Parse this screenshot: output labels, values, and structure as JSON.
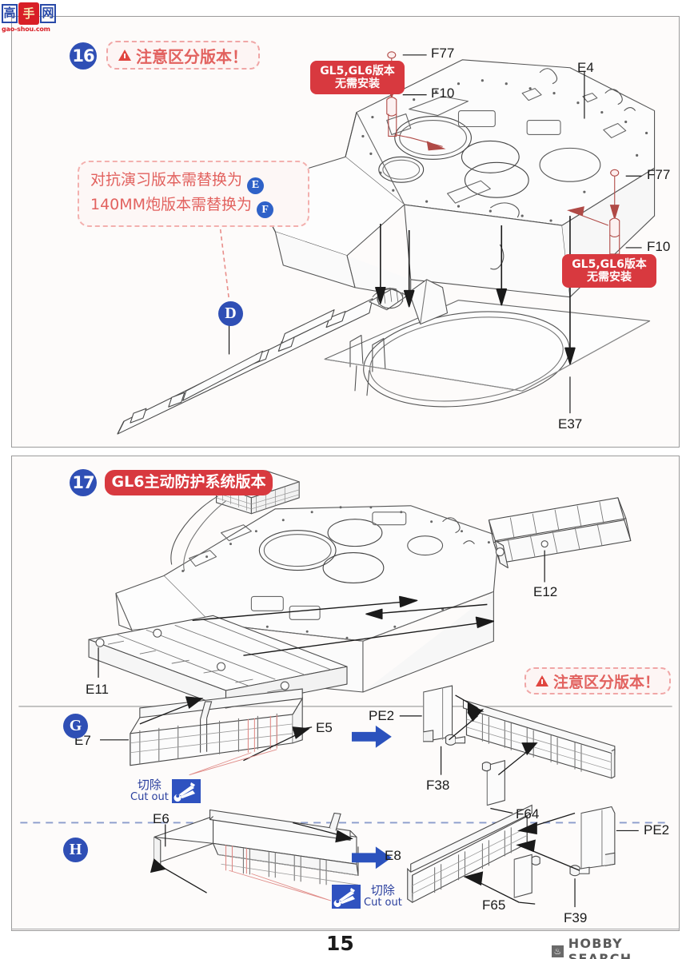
{
  "document": {
    "page_number": "15",
    "watermark": {
      "char1": "高",
      "char2": "手",
      "char3": "网",
      "url": "gao-shou.com"
    },
    "footer_logo": {
      "mark": "flame-icon",
      "text": "HOBBY SEARCH"
    }
  },
  "step16": {
    "number": "16",
    "warning": "注意区分版本！",
    "note": {
      "line1_text": "对抗演习版本需替换为",
      "line1_badge": "E",
      "line2_text": "140MM炮版本需替换为",
      "line2_badge": "F"
    },
    "barrel_marker": "D",
    "banner_top": {
      "line1": "GL5,GL6版本",
      "line2": "无需安装"
    },
    "banner_right": {
      "line1": "GL5,GL6版本",
      "line2": "无需安装"
    },
    "labels": [
      {
        "id": "F77-top",
        "text": "F77"
      },
      {
        "id": "F10-top",
        "text": "F10"
      },
      {
        "id": "E4",
        "text": "E4"
      },
      {
        "id": "F77-right",
        "text": "F77"
      },
      {
        "id": "F10-right",
        "text": "F10"
      },
      {
        "id": "E37",
        "text": "E37"
      }
    ]
  },
  "step17": {
    "number": "17",
    "banner": "GL6主动防护系统版本",
    "warning": "注意区分版本！",
    "labels": [
      {
        "id": "E11",
        "text": "E11"
      },
      {
        "id": "E12",
        "text": "E12"
      }
    ]
  },
  "subassembly_g": {
    "marker": "G",
    "labels_left": [
      {
        "id": "E5",
        "text": "E5"
      },
      {
        "id": "E7",
        "text": "E7"
      }
    ],
    "cutout": {
      "cn": "切除",
      "en": "Cut out",
      "icon": "nipper-icon"
    },
    "arrow": "right-arrow-icon",
    "labels_right": [
      {
        "id": "PE2",
        "text": "PE2"
      },
      {
        "id": "F38",
        "text": "F38"
      },
      {
        "id": "F64",
        "text": "F64"
      }
    ]
  },
  "subassembly_h": {
    "marker": "H",
    "labels_left": [
      {
        "id": "E6",
        "text": "E6"
      },
      {
        "id": "E8",
        "text": "E8"
      }
    ],
    "cutout": {
      "cn": "切除",
      "en": "Cut out",
      "icon": "nipper-icon"
    },
    "arrow": "right-arrow-icon",
    "labels_right": [
      {
        "id": "PE2",
        "text": "PE2"
      },
      {
        "id": "F65",
        "text": "F65"
      },
      {
        "id": "F39",
        "text": "F39"
      }
    ]
  },
  "colors": {
    "blue_marker": "#2f4fb5",
    "red_banner": "#d8393f",
    "warn_red": "#e2625f",
    "line_gray": "#4a4a4a"
  }
}
